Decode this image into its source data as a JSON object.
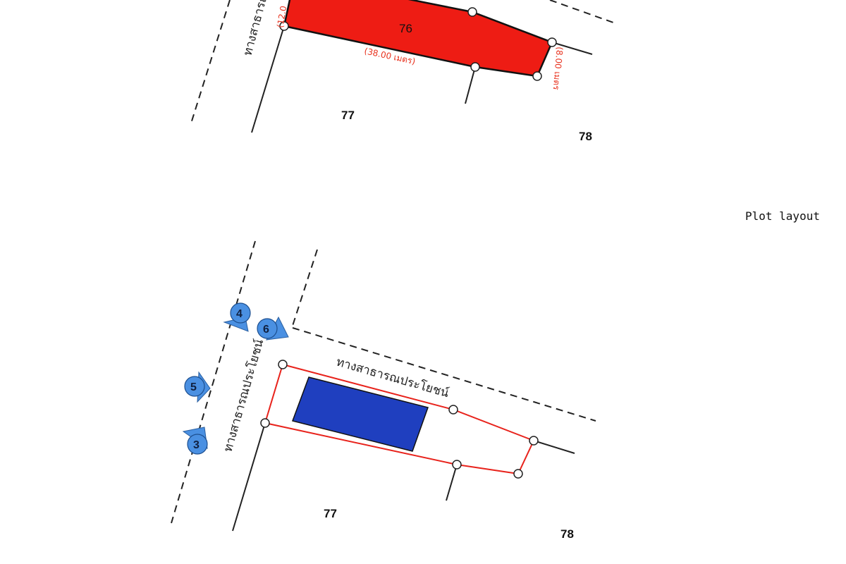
{
  "caption": "Plot layout",
  "top_map": {
    "plot_main": "76",
    "plot_left": "77",
    "plot_right": "78",
    "dim_bottom": "(38.00 เมตร)",
    "dim_right": "(8.00 เมตร",
    "dim_left": "(12.0",
    "road_label": "ทางสาธารณ",
    "fill_color": "#ee1c14"
  },
  "bottom_map": {
    "plot_left": "77",
    "plot_right": "78",
    "road_label_top": "ทางสาธารณประโยชน์",
    "road_label_left": "ทางสาธารณประโยชน์",
    "building_color": "#1f3fbf",
    "outline_color": "#e8231c",
    "markers": [
      "4",
      "6",
      "5",
      "3"
    ],
    "marker_color": "#4a90e2"
  }
}
